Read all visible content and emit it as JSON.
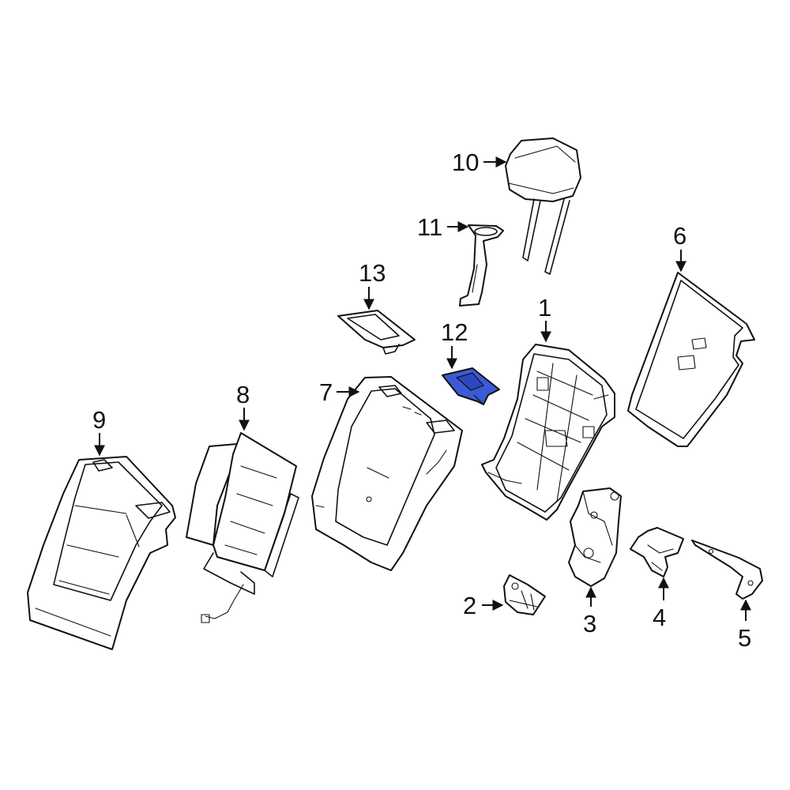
{
  "colors": {
    "line": "#111111",
    "background": "#ffffff",
    "highlight": "#3b5bd6",
    "highlight_dark": "#1f3aa8"
  },
  "callouts": [
    {
      "id": "1",
      "label": "1"
    },
    {
      "id": "2",
      "label": "2"
    },
    {
      "id": "3",
      "label": "3"
    },
    {
      "id": "4",
      "label": "4"
    },
    {
      "id": "5",
      "label": "5"
    },
    {
      "id": "6",
      "label": "6"
    },
    {
      "id": "7",
      "label": "7"
    },
    {
      "id": "8",
      "label": "8"
    },
    {
      "id": "9",
      "label": "9"
    },
    {
      "id": "10",
      "label": "10"
    },
    {
      "id": "11",
      "label": "11"
    },
    {
      "id": "12",
      "label": "12"
    },
    {
      "id": "13",
      "label": "13"
    }
  ],
  "highlighted_part": "12"
}
